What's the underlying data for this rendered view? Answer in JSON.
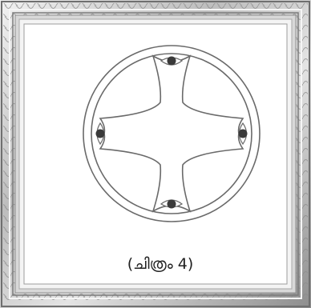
{
  "caption": "(ചിത്രം 4)",
  "colors": {
    "frame_light": "#e6e6e6",
    "frame_mid": "#b9b9b9",
    "frame_dark": "#6f6f6f",
    "mat": "#ffffff",
    "line": "#6a6a6a",
    "dot": "#3a3a3a"
  },
  "icons": [
    "ornate-frame",
    "circle-cross-emblem",
    "eye-dot"
  ]
}
